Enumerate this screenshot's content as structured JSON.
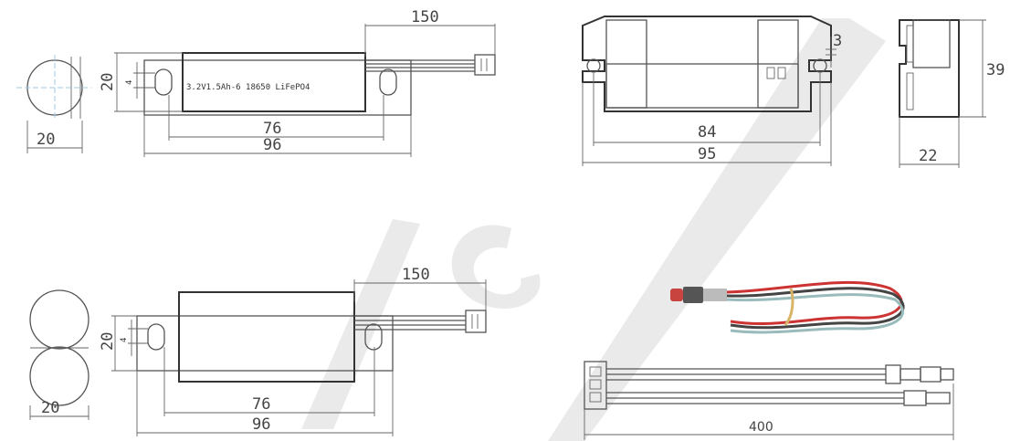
{
  "views": {
    "top_left": {
      "dim_width": "20",
      "dim_height": "20",
      "dim_hole": "4",
      "dim_lead": "150",
      "dim_mount": "76",
      "dim_total": "96",
      "label": "3.2V1.5Ah-6 18650 LiFePO4"
    },
    "top_right": {
      "dim_slot": "3",
      "dim_inner": "84",
      "dim_outer": "95",
      "dim_depth": "22",
      "dim_height": "39"
    },
    "bottom_left": {
      "dim_width": "20",
      "dim_height": "20",
      "dim_hole": "4",
      "dim_lead": "150",
      "dim_mount": "76",
      "dim_total": "96"
    },
    "cable": {
      "dim_length": "400"
    }
  },
  "watermark": {
    "color": "#d9d9d9"
  }
}
